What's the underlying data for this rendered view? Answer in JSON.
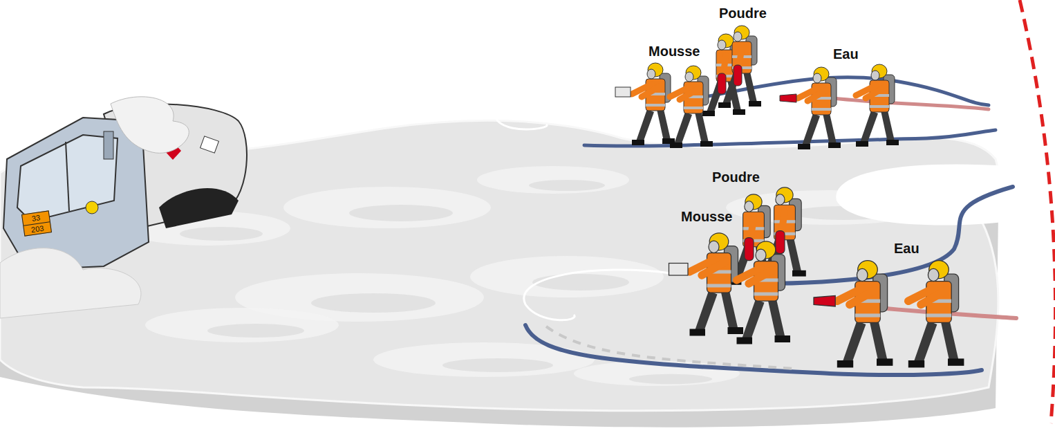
{
  "diagram": {
    "nodes": [
      {
        "text": [
          "33",
          "203"
        ]
      }
    ],
    "edges": [],
    "labels": [
      "Poudre",
      "Mousse",
      "Eau",
      "Poudre",
      "Mousse",
      "Eau"
    ]
  }
}
